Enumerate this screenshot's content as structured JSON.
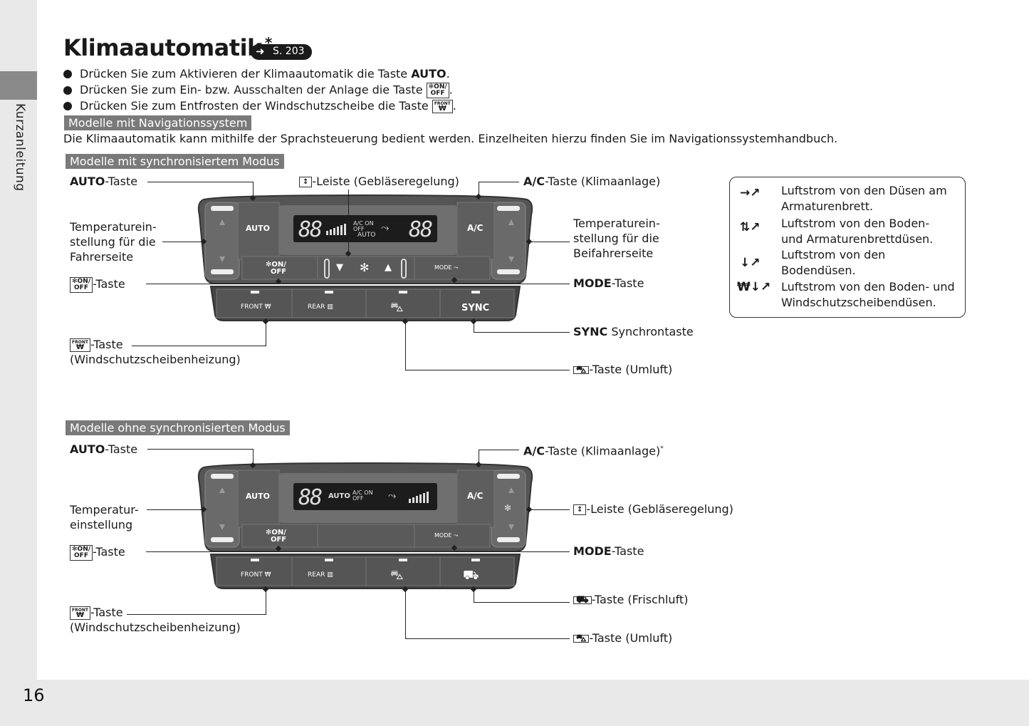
{
  "sidebar": {
    "label": "Kurzanleitung"
  },
  "page_number": "16",
  "title": "Klimaautomatik",
  "title_mark": "*",
  "ref": "S. 203",
  "bullets": [
    {
      "pre": "Drücken Sie zum Aktivieren der Klimaautomatik die Taste ",
      "bold": "AUTO",
      "post": "."
    },
    {
      "pre": "Drücken Sie zum Ein- bzw. Ausschalten der Anlage die Taste ",
      "post": "."
    },
    {
      "pre": "Drücken Sie zum Entfrosten der Windschutzscheibe die Taste ",
      "post": "."
    }
  ],
  "nav_section": {
    "label": "Modelle mit Navigationssystem",
    "text": "Die Klimaautomatik kann mithilfe der Sprachsteuerung bedient werden. Einzelheiten hierzu finden Sie im Navigationssystemhandbuch."
  },
  "icons": {
    "onoff_top": "ON/",
    "onoff_bottom": "OFF",
    "front": "FRONT",
    "defrost_glyph": "₩",
    "updown": "▲▼"
  },
  "panel": {
    "auto": "AUTO",
    "ac": "A/C",
    "on": "ON/",
    "off": "OFF",
    "mode": "MODE",
    "front": "FRONT",
    "rear": "REAR",
    "sync": "SYNC",
    "display_88": "88",
    "display_auto": "AUTO",
    "display_acoff": "A/C ON",
    "display_off": "OFF"
  },
  "sync_section": {
    "label": "Modelle mit synchronisiertem Modus",
    "auto_bold": "AUTO",
    "auto_rest": "-Taste",
    "fan_bar": "-Leiste (Gebläseregelung)",
    "ac_bold": "A/C",
    "ac_rest": "-Taste (Klimaanlage)",
    "temp_driver": [
      "Temperaturein-",
      "stellung für die",
      "Fahrerseite"
    ],
    "temp_passenger": [
      "Temperaturein-",
      "stellung für die",
      "Beifahrerseite"
    ],
    "onoff_rest": "-Taste",
    "mode_bold": "MODE",
    "mode_rest": "-Taste",
    "front_rest": "-Taste",
    "front_sub": "(Windschutzscheibenheizung)",
    "sync_bold": "SYNC",
    "sync_rest": " Synchrontaste",
    "recirc_rest": "-Taste (Umluft)"
  },
  "nosync_section": {
    "label": "Modelle ohne synchronisierten Modus",
    "auto_bold": "AUTO",
    "auto_rest": "-Taste",
    "ac_bold": "A/C",
    "ac_rest": "-Taste (Klimaanlage)",
    "ac_mark": "*",
    "temp": [
      "Temperatur-",
      "einstellung"
    ],
    "fan_bar": "-Leiste (Gebläseregelung)",
    "onoff_rest": "-Taste",
    "mode_bold": "MODE",
    "mode_rest": "-Taste",
    "fresh_rest": "-Taste (Frischluft)",
    "front_rest": "-Taste",
    "front_sub": "(Windschutzscheibenheizung)",
    "recirc_rest": "-Taste (Umluft)"
  },
  "legend": [
    [
      "Luftstrom von den Düsen am",
      "Armaturenbrett."
    ],
    [
      "Luftstrom von den Boden-",
      "und Armaturenbrettdüsen."
    ],
    [
      "Luftstrom von den",
      "Bodendüsen."
    ],
    [
      "Luftstrom von den Boden- und",
      "Windschutzscheibendüsen."
    ]
  ]
}
